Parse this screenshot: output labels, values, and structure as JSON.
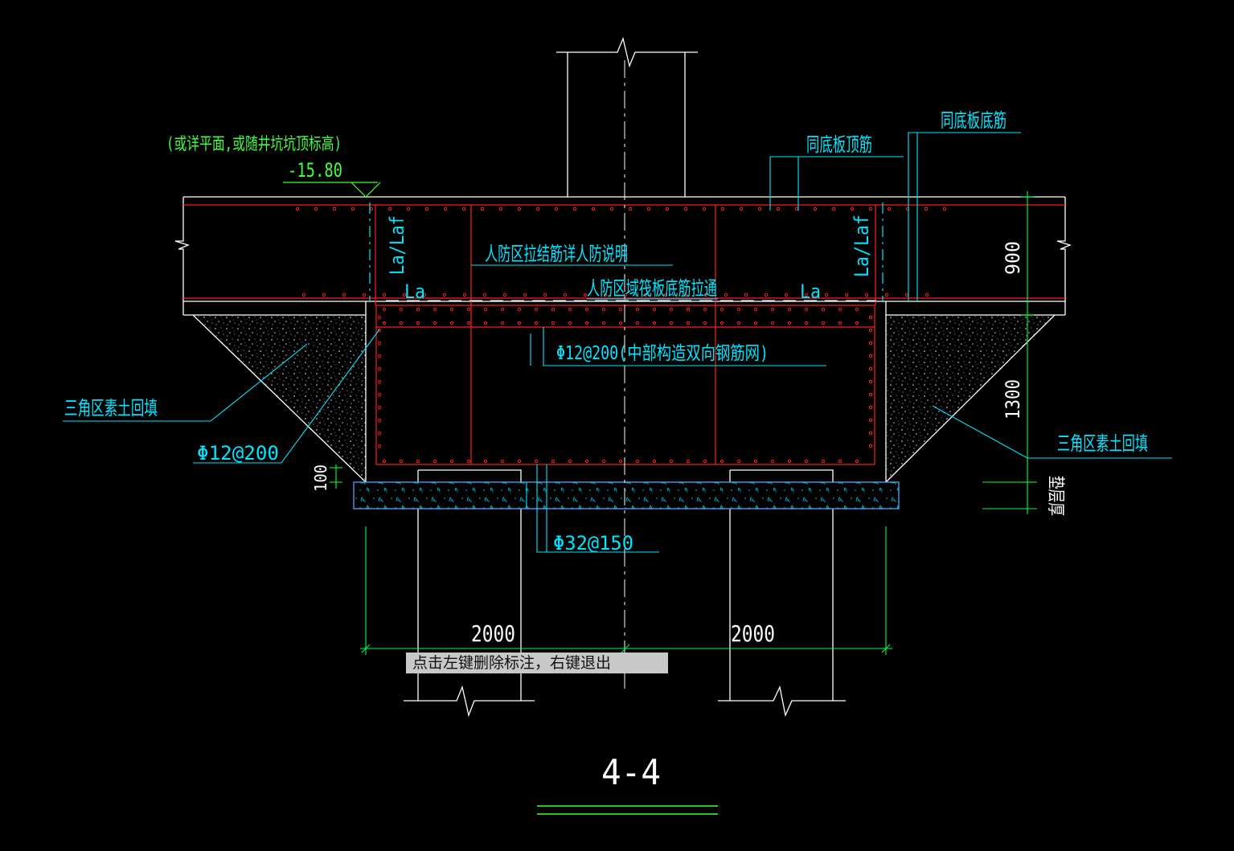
{
  "colors": {
    "background": "#000000",
    "rebar": "#ff1e1e",
    "annotation": "#00e5ff",
    "dimension": "#00ff40",
    "outline": "#ffffff",
    "note_green": "#40ff40"
  },
  "notes": {
    "elevation_note": "(或详平面,或随井坑坑顶标高)",
    "elevation_value": "-15.80",
    "top_rebar": "同底板顶筋",
    "bottom_rebar": "同底板底筋",
    "tie_bars": "人防区拉结筋详人防说明",
    "raft_bottom_through": "人防区域筏板底筋拉通",
    "anchor_left": "La/Laf",
    "anchor_right": "La/Laf",
    "la_left": "La",
    "la_right": "La",
    "mesh": "Φ12@200(中部构造双向钢筋网)",
    "side_rebar": "Φ12@200",
    "bottom_rebar_spec": "Φ32@150",
    "backfill_left": "三角区素土回填",
    "backfill_right": "三角区素土回填",
    "cushion": "垫层厚"
  },
  "dimensions": {
    "slab_thickness": "900",
    "pit_depth": "1300",
    "cover": "100",
    "left_width": "2000",
    "right_width": "2000"
  },
  "section_title": "4-4",
  "status": {
    "prompt": "点击左键删除标注，右键退出"
  }
}
